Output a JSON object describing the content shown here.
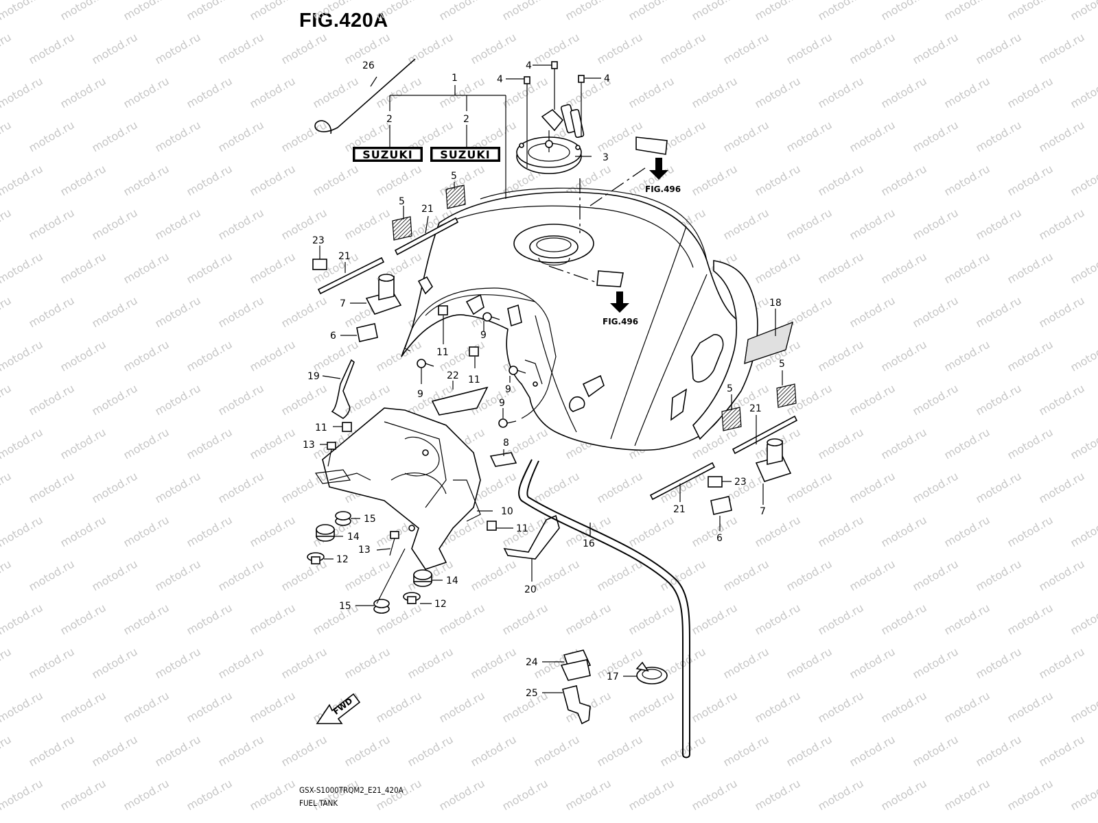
{
  "figure": {
    "title": "FIG.420A"
  },
  "footer": {
    "code": "GSX-S1000TRQM2_E21_420A",
    "name": "FUEL TANK"
  },
  "watermark": "motod.ru",
  "brand_badge": "SUZUKI",
  "references": [
    {
      "id": "ref-top",
      "text": "FIG.496"
    },
    {
      "id": "ref-mid",
      "text": "FIG.496"
    }
  ],
  "fwd_label": "FWD",
  "callouts": [
    "1",
    "2",
    "2",
    "3",
    "4",
    "4",
    "4",
    "5",
    "5",
    "5",
    "5",
    "21",
    "21",
    "21",
    "21",
    "23",
    "23",
    "7",
    "7",
    "6",
    "6",
    "18",
    "19",
    "11",
    "11",
    "11",
    "11",
    "9",
    "9",
    "9",
    "9",
    "22",
    "13",
    "13",
    "10",
    "8",
    "15",
    "15",
    "14",
    "14",
    "12",
    "12",
    "20",
    "16",
    "24",
    "17",
    "25",
    "26"
  ]
}
